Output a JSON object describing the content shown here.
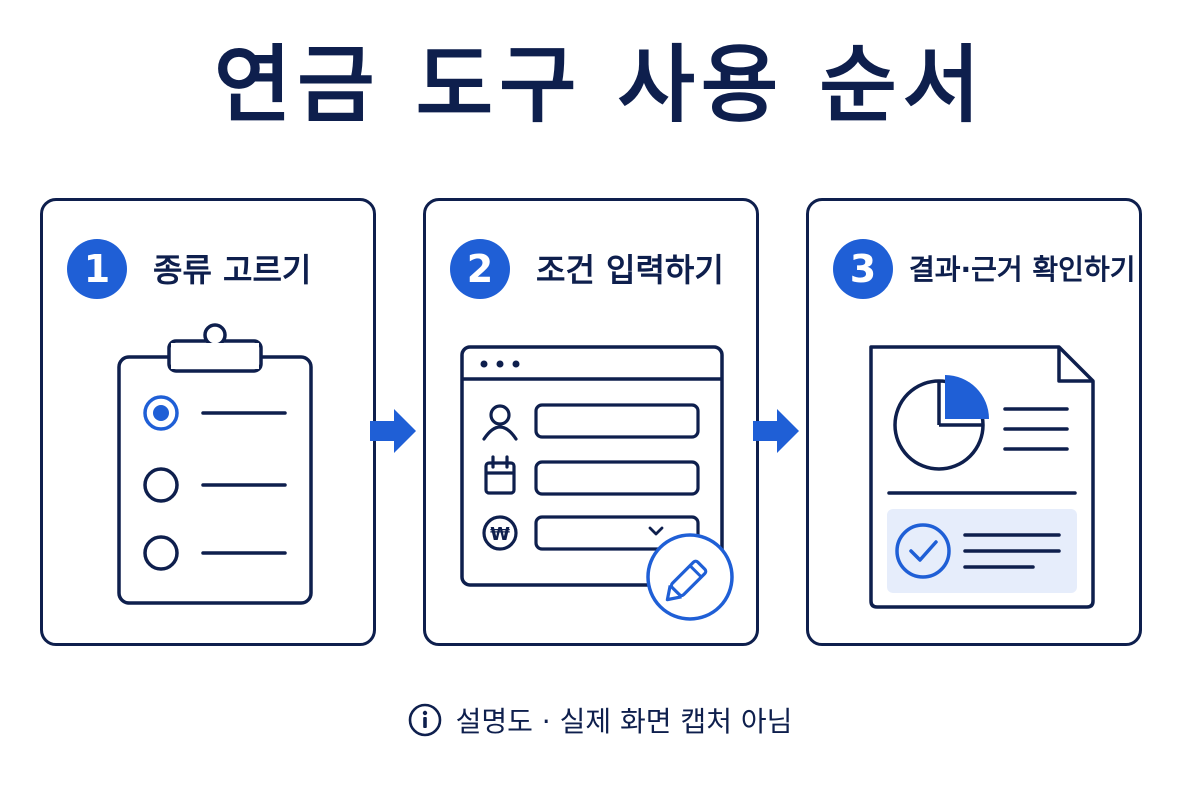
{
  "title": "연금 도구 사용 순서",
  "steps": [
    {
      "number": "1",
      "label": "종류 고르기",
      "icon": "clipboard-checklist-icon"
    },
    {
      "number": "2",
      "label": "조건 입력하기",
      "icon": "form-window-icon"
    },
    {
      "number": "3",
      "label": "결과·근거 확인하기",
      "icon": "report-document-icon"
    }
  ],
  "form_icons": {
    "currency_symbol": "₩"
  },
  "footnote": {
    "icon": "info-icon",
    "text": "설명도 · 실제 화면 캡처 아님"
  },
  "colors": {
    "navy": "#0e1f4d",
    "accent_blue": "#1f5fd6",
    "highlight_bg": "#e6edfb"
  }
}
